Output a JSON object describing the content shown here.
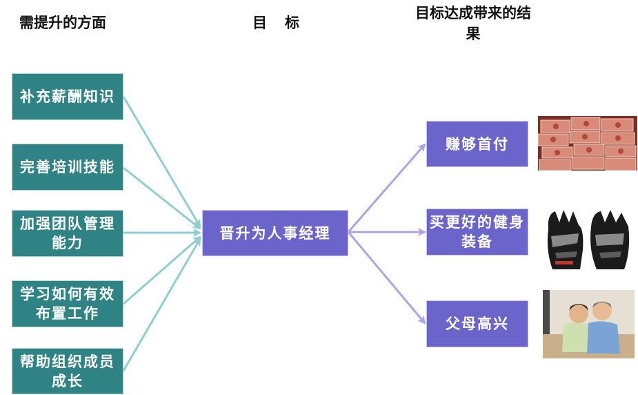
{
  "headers": {
    "needs": "需提升的方面",
    "goal": "目标",
    "result": "目标达成带来的结果"
  },
  "needs": [
    {
      "label": "补充薪酬知识"
    },
    {
      "label": "完善培训技能"
    },
    {
      "label": "加强团队管理能力"
    },
    {
      "label": "学习如何有效布置工作"
    },
    {
      "label": "帮助组织成员成长"
    }
  ],
  "goal": {
    "label": "晋升为人事经理"
  },
  "results": [
    {
      "label": "赚够首付",
      "image": "money-stack-photo"
    },
    {
      "label": "买更好的健身装备",
      "image": "fitness-gloves-photo"
    },
    {
      "label": "父母高兴",
      "image": "happy-parents-photo"
    }
  ],
  "colors": {
    "need_box": "#2f8384",
    "goal_box": "#6b64cb",
    "result_box": "#6b64cb",
    "need_arrow": "#8fcfcf",
    "result_arrow": "#a9a5e6"
  }
}
